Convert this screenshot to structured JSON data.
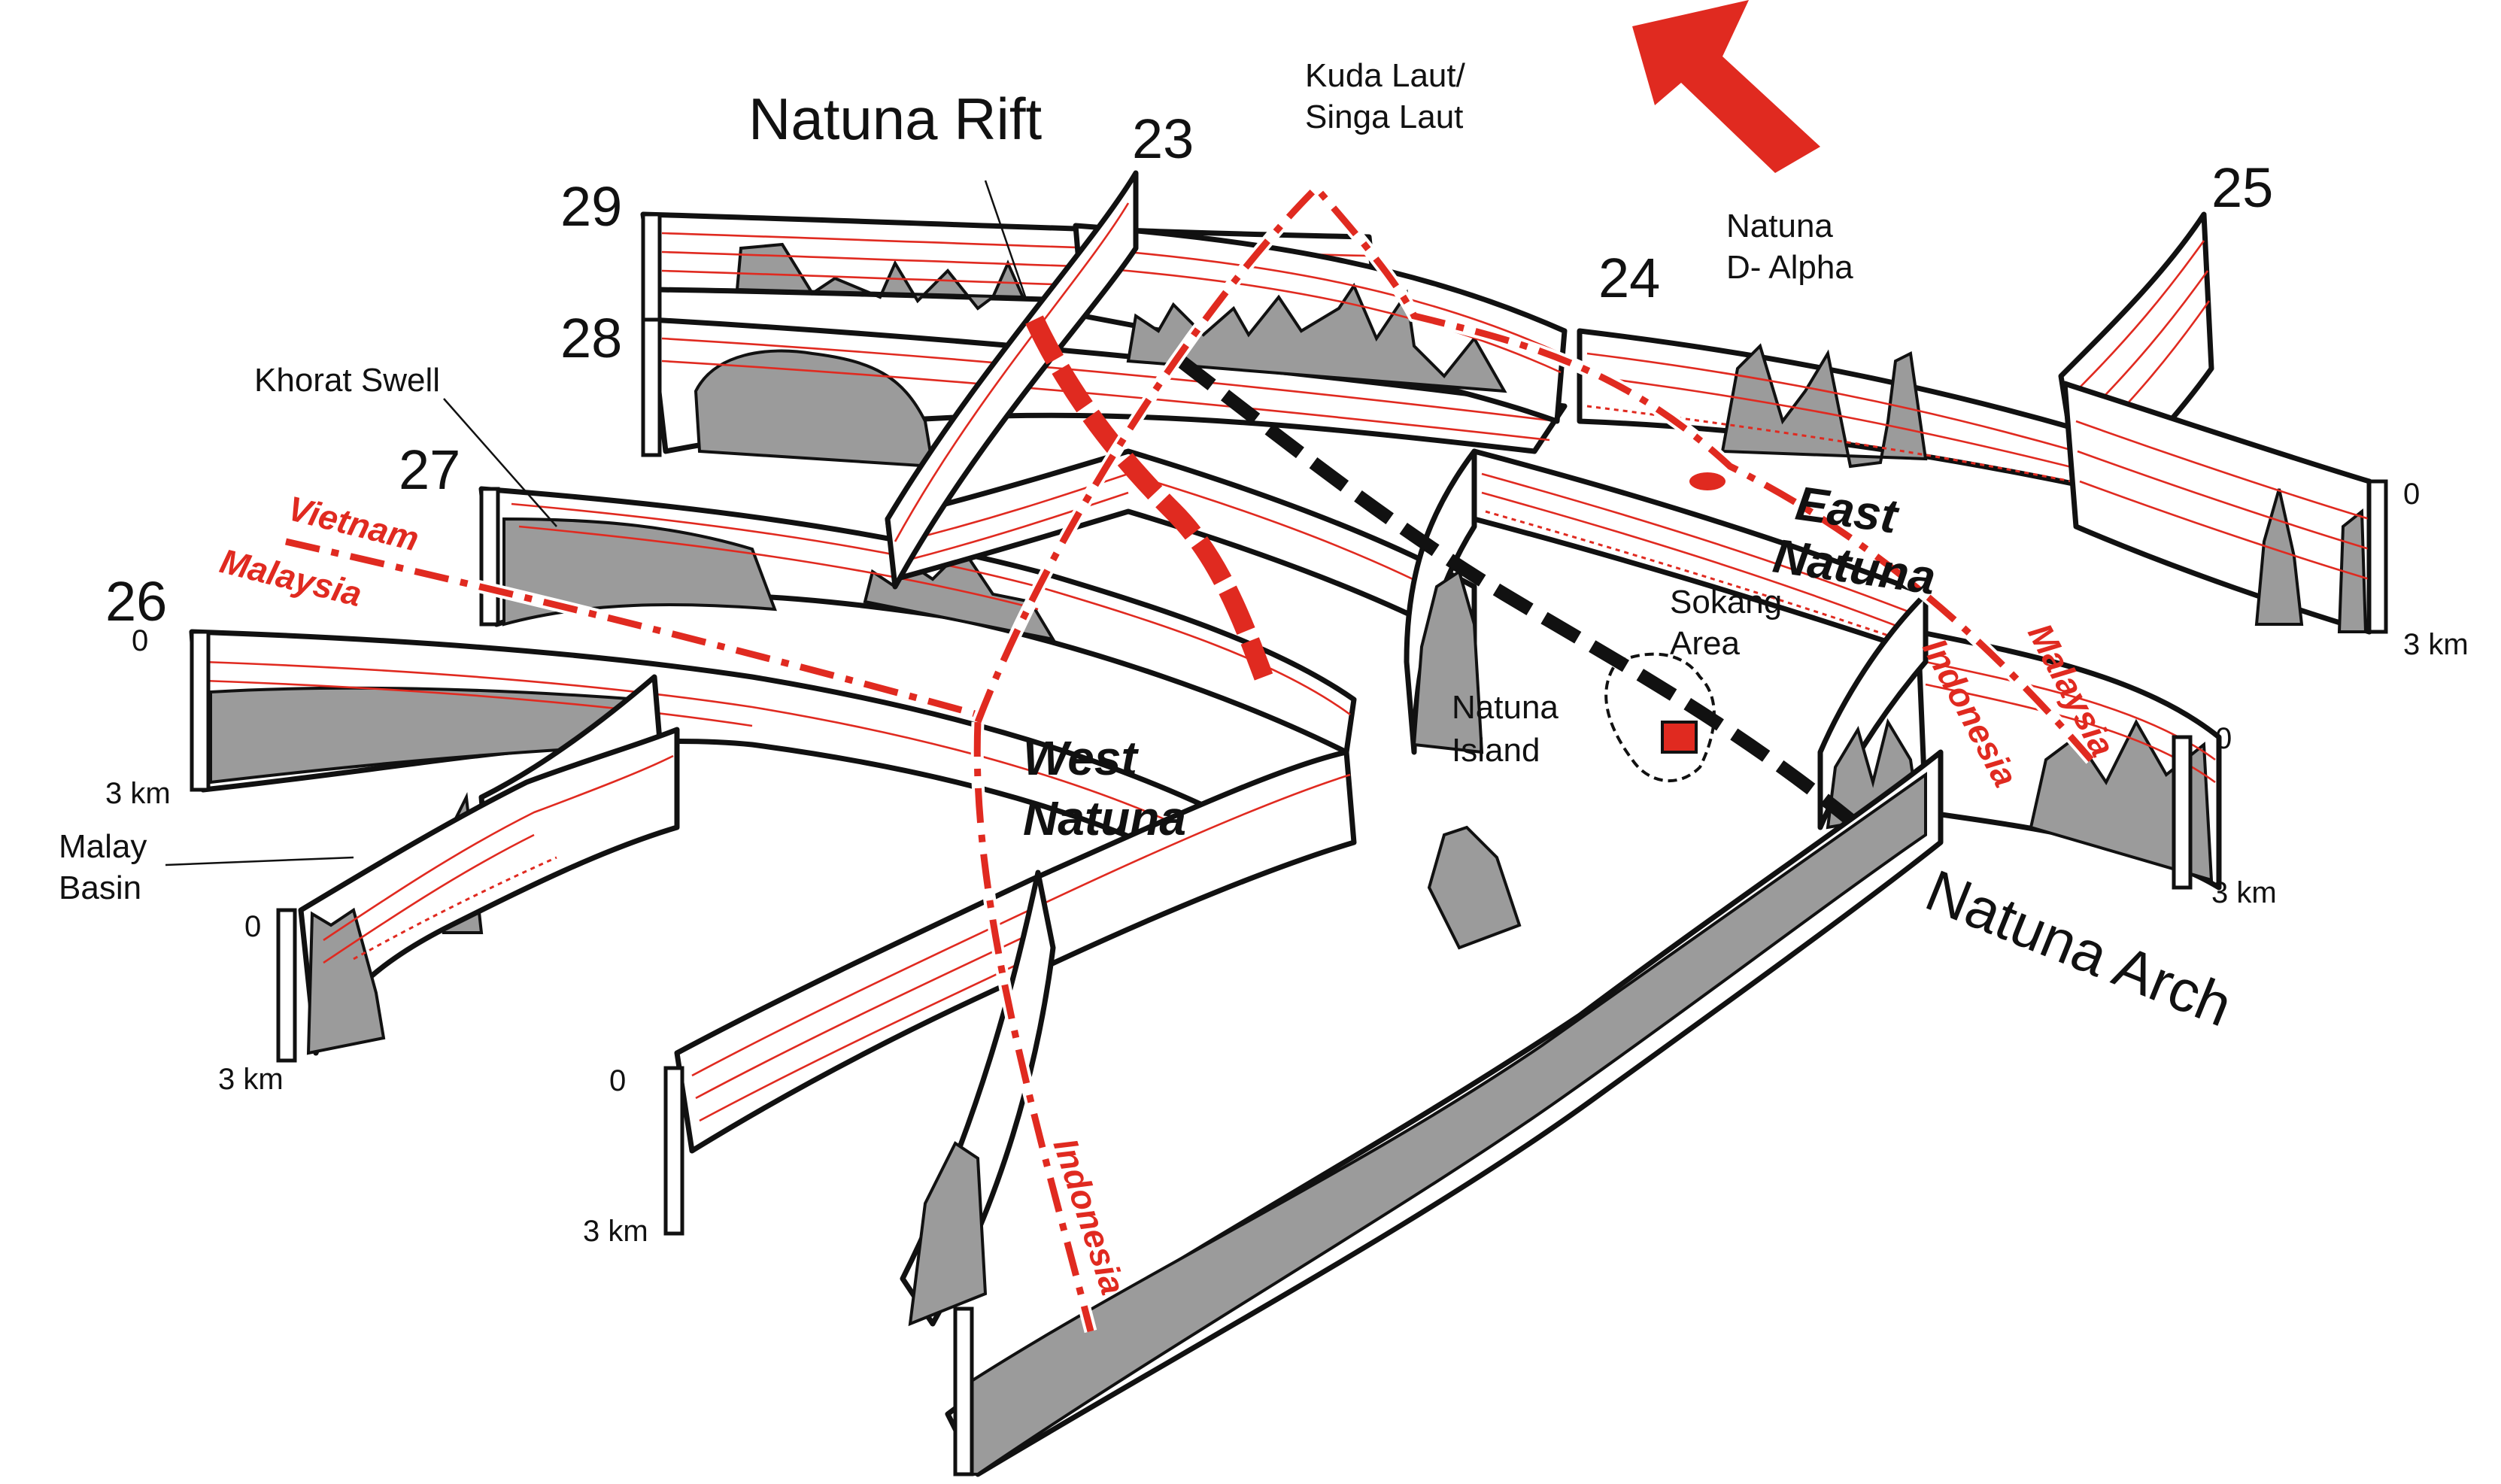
{
  "colors": {
    "accent_red": "#e02a20",
    "fill_gray": "#9b9b9b",
    "outline": "#111111"
  },
  "section_numbers": [
    "29",
    "28",
    "27",
    "26",
    "23",
    "24",
    "25"
  ],
  "titles": {
    "natuna_rift": "Natuna Rift",
    "natuna_arch": "Natuna Arch",
    "west_natuna": [
      "West",
      "Natuna"
    ],
    "east_natuna": [
      "East",
      "Natuna"
    ]
  },
  "place_labels": {
    "kuda_laut": [
      "Kuda Laut/",
      "Singa Laut"
    ],
    "natuna_d_alpha": [
      "Natuna",
      "D- Alpha"
    ],
    "khorat_swell": "Khorat Swell",
    "malay_basin": [
      "Malay",
      "Basin"
    ],
    "sokang_area": [
      "Sokang",
      "Area"
    ],
    "natuna_island": [
      "Natuna",
      "Island"
    ]
  },
  "border_labels": {
    "vietnam": "Vietnam",
    "malaysia_west": "Malaysia",
    "indonesia_south": "Indonesia",
    "indonesia_east": "Indonesia",
    "malaysia_east": "Malaysia"
  },
  "depth_labels": {
    "zero": "0",
    "three_km": "3 km"
  },
  "icons": [
    "north-arrow-icon"
  ]
}
